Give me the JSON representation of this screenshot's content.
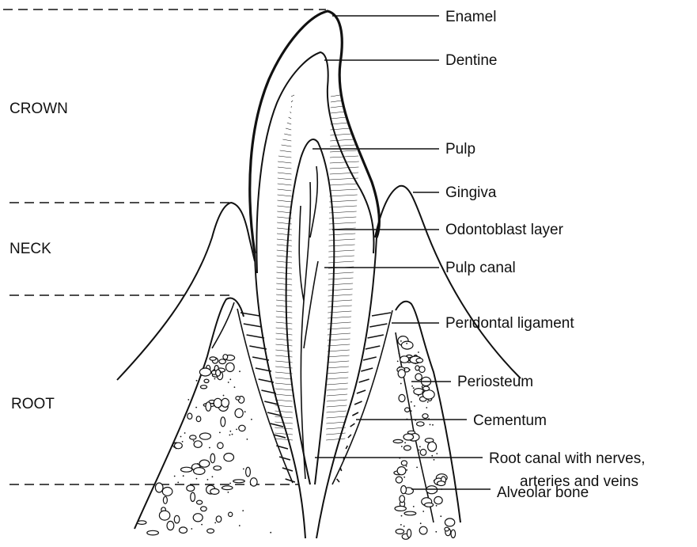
{
  "zones": {
    "crown": "CROWN",
    "neck": "NECK",
    "root": "ROOT"
  },
  "labels": {
    "enamel": "Enamel",
    "dentine": "Dentine",
    "pulp": "Pulp",
    "gingiva": "Gingiva",
    "odontoblast": "Odontoblast layer",
    "pulp_canal": "Pulp canal",
    "periodontal": "Peridontal ligament",
    "periosteum": "Periosteum",
    "cementum": "Cementum",
    "root_canal_1": "Root canal with nerves,",
    "root_canal_2": "arteries and veins",
    "alveolar": "Alveolar bone"
  }
}
